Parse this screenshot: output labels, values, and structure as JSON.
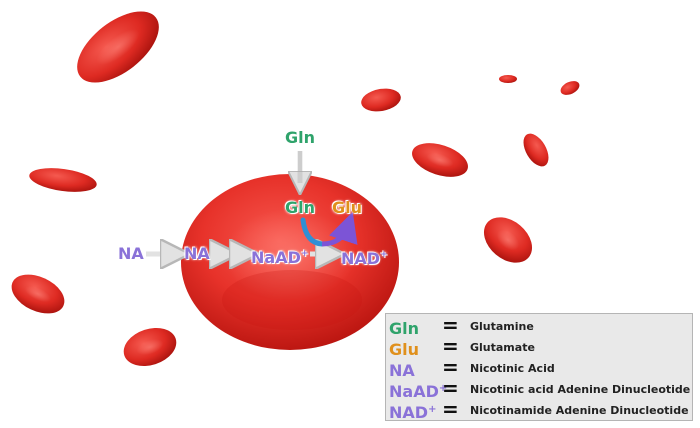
{
  "colors": {
    "gln": "#2fa36b",
    "glu": "#e0901c",
    "na": "#8a72d8",
    "naad": "#8a72d8",
    "nad": "#8a72d8",
    "arrow_gray": "#d9d9d9",
    "cycle_blue": "#2f8fd6",
    "cycle_purple": "#7c54d6",
    "cell_red": "#e52c24"
  },
  "diagram": {
    "gln_outside": "Gln",
    "na_outside": "NA",
    "gln_inside": "Gln",
    "glu_inside": "Glu",
    "na_inside": "NA",
    "naad": "NaAD",
    "naad_sup": "+",
    "nad": "NAD",
    "nad_sup": "+"
  },
  "legend": {
    "rows": [
      {
        "abbr": "Gln",
        "sup": "",
        "eq": "=",
        "definition": "Glutamine",
        "color": "#2fa36b"
      },
      {
        "abbr": "Glu",
        "sup": "",
        "eq": "=",
        "definition": "Glutamate",
        "color": "#e0901c"
      },
      {
        "abbr": "NA",
        "sup": "",
        "eq": "=",
        "definition": "Nicotinic Acid",
        "color": "#8a72d8"
      },
      {
        "abbr": "NaAD",
        "sup": "+",
        "eq": "=",
        "definition": "Nicotinic acid Adenine Dinucleotide",
        "color": "#8a72d8"
      },
      {
        "abbr": "NAD",
        "sup": "+",
        "eq": "=",
        "definition": "Nicotinamide Adenine Dinucleotide",
        "color": "#8a72d8"
      }
    ]
  }
}
